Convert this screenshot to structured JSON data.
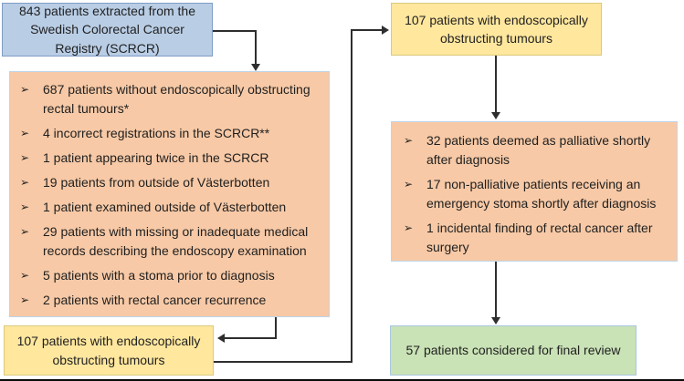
{
  "diagram": {
    "source_box": {
      "label": "843 patients extracted from the Swedish Colorectal Cancer Registry (SCRCR)"
    },
    "left_exclusions_box": {
      "items": [
        "687 patients without endoscopically obstructing rectal tumours*",
        "4 incorrect registrations in the SCRCR**",
        "1 patient appearing twice in the SCRCR",
        "19 patients from outside of Västerbotten",
        "1 patient examined outside of Västerbotten",
        "29 patients with missing or inadequate medical records describing the endoscopy examination",
        "5 patients with a stoma prior to diagnosis",
        "2 patients with rectal cancer recurrence"
      ]
    },
    "left_obstructing_box": {
      "label": "107 patients with endoscopically obstructing tumours"
    },
    "right_obstructing_box": {
      "label": "107 patients with endoscopically obstructing tumours"
    },
    "right_exclusions_box": {
      "items": [
        "32 patients deemed as palliative shortly after diagnosis",
        "17 non-palliative patients receiving an emergency stoma shortly after diagnosis",
        "1 incidental finding of rectal cancer after surgery"
      ]
    },
    "final_box": {
      "label": "57 patients considered for final review"
    }
  },
  "glyphs": {
    "bullet": "➢"
  },
  "colors": {
    "source_fill": "#b9cde5",
    "source_border": "#7f9dc4",
    "exclusions_fill": "#f7c9a6",
    "exclusions_border": "#bdd5ea",
    "obstructing_fill": "#ffe79e",
    "obstructing_border": "#d9ca7c",
    "final_fill": "#c9e2b6",
    "final_border": "#a8c7e0",
    "connector": "#2e2e2e",
    "text": "#1f1f1f"
  }
}
